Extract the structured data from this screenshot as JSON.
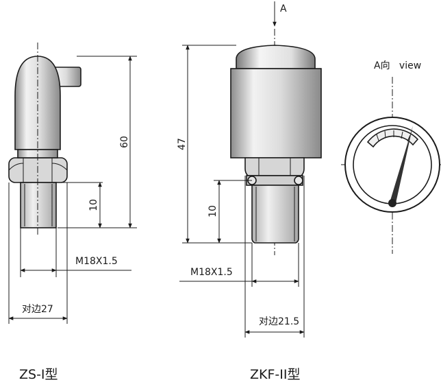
{
  "zs_type": {
    "title": "ZS-I型",
    "dim_height": "60",
    "dim_thread_len": "10",
    "thread": "M18X1.5",
    "hex": "对边27"
  },
  "zkf_type": {
    "title": "ZKF-II型",
    "dim_height": "47",
    "dim_thread_len": "10",
    "thread": "M18X1.5",
    "hex": "对边21.5",
    "view_marker": "A"
  },
  "gauge_view": {
    "label": "A向   view"
  },
  "colors": {
    "line": "#1a1a1a",
    "body_light": "#e8e8e8",
    "body_dark": "#9a9a9a"
  }
}
